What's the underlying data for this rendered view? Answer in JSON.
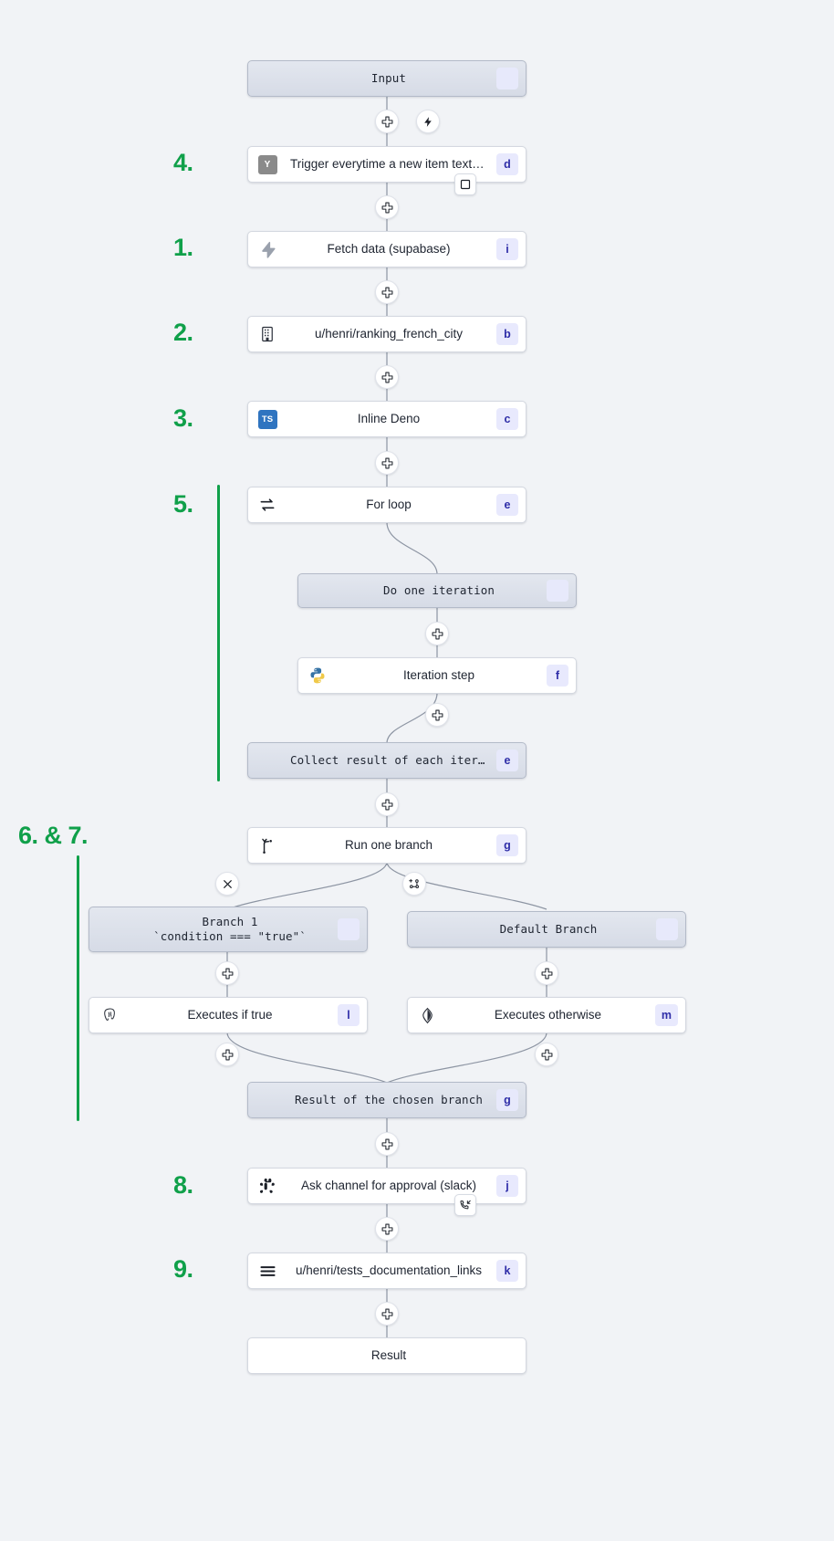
{
  "canvas": {
    "background_color": "#f1f3f6",
    "accent_green": "#10a04a",
    "badge_bg": "#e8e9fd",
    "badge_text_color": "#2f2ea8",
    "node_white": "#ffffff",
    "node_gradient_top": "#e3e7ef",
    "node_gradient_bottom": "#d6dbe6",
    "wire_color": "#8d95a3"
  },
  "annotations": [
    {
      "id": "a4",
      "label": "4."
    },
    {
      "id": "a1",
      "label": "1."
    },
    {
      "id": "a2",
      "label": "2."
    },
    {
      "id": "a3",
      "label": "3."
    },
    {
      "id": "a5",
      "label": "5."
    },
    {
      "id": "a67",
      "label": "6. & 7."
    },
    {
      "id": "a8",
      "label": "8."
    },
    {
      "id": "a9",
      "label": "9."
    }
  ],
  "nodes": {
    "input": {
      "label": "Input",
      "badge": "",
      "icon": "none",
      "style": "gradient"
    },
    "trigger": {
      "label": "Trigger everytime a new item text o…",
      "badge": "d",
      "icon": "yaml-tile",
      "style": "white"
    },
    "fetch": {
      "label": "Fetch data (supabase)",
      "badge": "i",
      "icon": "supabase-bolt",
      "style": "white"
    },
    "ranking": {
      "label": "u/henri/ranking_french_city",
      "badge": "b",
      "icon": "building",
      "style": "white"
    },
    "inline_deno": {
      "label": "Inline Deno",
      "badge": "c",
      "icon": "typescript-tile",
      "style": "white"
    },
    "for_loop": {
      "label": "For loop",
      "badge": "e",
      "icon": "loop-arrows",
      "style": "white"
    },
    "do_one_iteration": {
      "label": "Do one iteration",
      "badge": "",
      "icon": "none",
      "style": "gradient"
    },
    "iteration_step": {
      "label": "Iteration step",
      "badge": "f",
      "icon": "python",
      "style": "white"
    },
    "collect_result": {
      "label": "Collect result of each iteration",
      "badge": "e",
      "icon": "none",
      "style": "gradient"
    },
    "run_one_branch": {
      "label": "Run one branch",
      "badge": "g",
      "icon": "branch-fork",
      "style": "white"
    },
    "branch_1": {
      "label_line1": "Branch 1",
      "label_line2": "`condition === \"true\"`",
      "badge": "",
      "icon": "none",
      "style": "gradient"
    },
    "default_branch": {
      "label": "Default Branch",
      "badge": "",
      "icon": "none",
      "style": "gradient"
    },
    "executes_if_true": {
      "label": "Executes if true",
      "badge": "l",
      "icon": "postgres-elephant",
      "style": "white"
    },
    "executes_other": {
      "label": "Executes otherwise",
      "badge": "m",
      "icon": "mongodb-leaf",
      "style": "white"
    },
    "result_chosen": {
      "label": "Result of the chosen branch",
      "badge": "g",
      "icon": "none",
      "style": "gradient"
    },
    "ask_approval": {
      "label": "Ask channel for approval (slack)",
      "badge": "j",
      "icon": "slack-hash",
      "style": "white"
    },
    "tests_docs": {
      "label": "u/henri/tests_documentation_links",
      "badge": "k",
      "icon": "hamburger-lines",
      "style": "white"
    },
    "result": {
      "label": "Result",
      "badge": "",
      "icon": "none",
      "style": "white"
    }
  },
  "handles": {
    "plus": "plus-icon",
    "bolt": "lightning-bolt-icon",
    "close": "close-x-icon",
    "add_branch": "add-branch-icon",
    "square": "square-outline-icon",
    "suspend": "phone-callback-icon"
  },
  "icon_glyphs": {
    "yaml-tile": "Y",
    "typescript-tile": "TS"
  }
}
